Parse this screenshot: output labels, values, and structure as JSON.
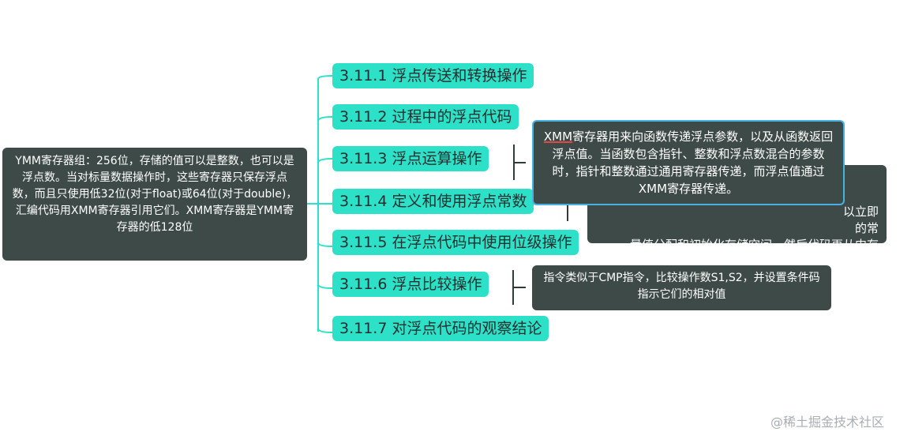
{
  "root": {
    "text": "YMM寄存器组：256位，存储的值可以是整数，也可以是浮点数。当对标量数据操作时，这些寄存器只保存浮点数，而且只使用低32位(对于float)或64位(对于double)，汇编代码用XMM寄存器引用它们。XMM寄存器是YMM寄存器的低128位"
  },
  "branches": [
    {
      "label": "3.11.1 浮点传送和转换操作"
    },
    {
      "label": "3.11.2 过程中的浮点代码"
    },
    {
      "label": "3.11.3 浮点运算操作"
    },
    {
      "label": "3.11.4 定义和使用浮点常数"
    },
    {
      "label": "3.11.5 在浮点代码中使用位级操作"
    },
    {
      "label": "3.11.6 浮点比较操作"
    },
    {
      "label": "3.11.7 对浮点代码的观察结论"
    }
  ],
  "notes": {
    "xmm_lead": "XMM",
    "xmm_rest": "寄存器用来向函数传递浮点参数，以及从函数返回浮点值。当函数包含指针、整数和浮点数混合的参数时，指针和整数通过通用寄存器传递，而浮点值通过XMM寄存器传递。",
    "const_visible": "以立即\n的常\n量值分配和初始化存储空间。然后代码再从内存中读取这些值。",
    "compare": "指令类似于CMP指令，比较操作数S1,S2，并设置条件码指示它们的相对值"
  },
  "watermark": "@稀土掘金技术社区",
  "colors": {
    "dark_node": "#3e4a47",
    "teal_node": "#2de0c8",
    "connector": "#2de0c8",
    "selection_border": "#45b2e3"
  }
}
